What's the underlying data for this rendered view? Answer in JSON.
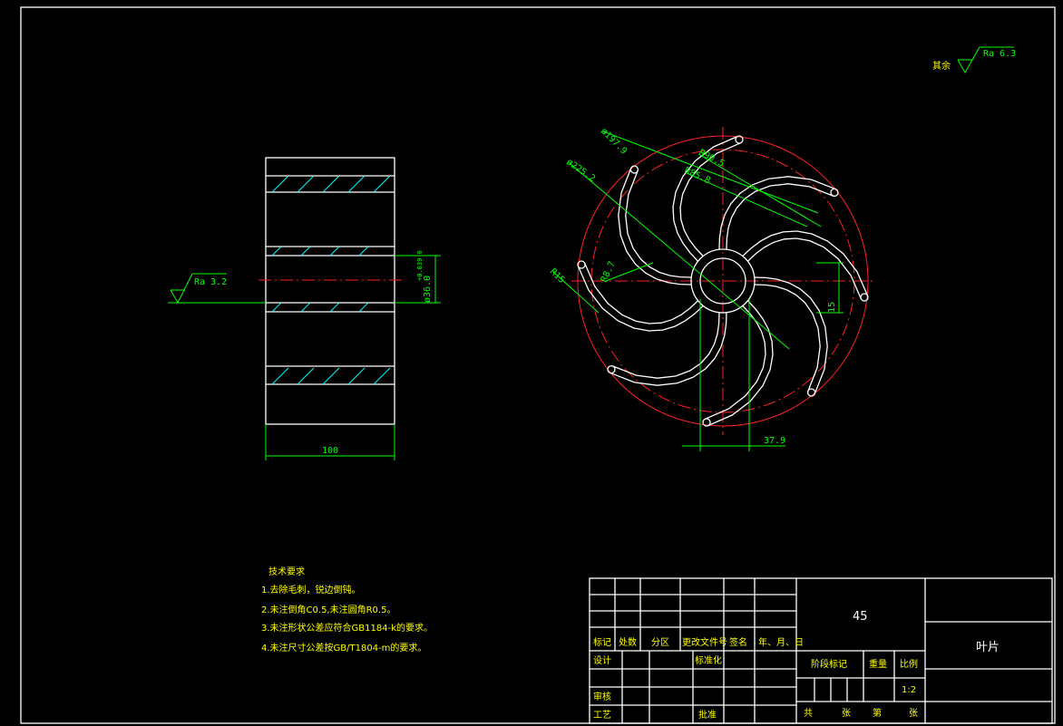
{
  "surface_roughness_general": {
    "prefix": "其余",
    "value": "Ra 6.3"
  },
  "side_view": {
    "roughness": "Ra 3.2",
    "width_dim": "100",
    "bore_dim": "ø36.0",
    "bore_tol": "+0.039 0"
  },
  "front_view": {
    "dims": {
      "dia_outer": "ø225.2",
      "dia_mid": "ø197.9",
      "r_outer": "R90.5",
      "r_inner": "R85.8",
      "r_tip": "R15",
      "r_small": "R8.7",
      "keyway_width": "15",
      "keyway_depth": "37.9"
    }
  },
  "tech_requirements": {
    "title": "技术要求",
    "items": [
      "1.去除毛刺，锐边倒钝。",
      "2.未注倒角C0.5,未注圆角R0.5。",
      "3.未注形状公差应符合GB1184-k的要求。",
      "4.未注尺寸公差按GB/T1804-m的要求。"
    ]
  },
  "title_block": {
    "material": "45",
    "part_name": "叶片",
    "header_row": [
      "标记",
      "处数",
      "分区",
      "更改文件号",
      "签名",
      "年、月、日"
    ],
    "design": "设计",
    "standardize": "标准化",
    "review": "审核",
    "process": "工艺",
    "approve": "批准",
    "stage_mark": "阶段标记",
    "weight": "重量",
    "scale_label": "比例",
    "scale_value": "1:2",
    "total": "共",
    "sheets": "张",
    "sheet_no": "第",
    "sheets2": "张"
  }
}
